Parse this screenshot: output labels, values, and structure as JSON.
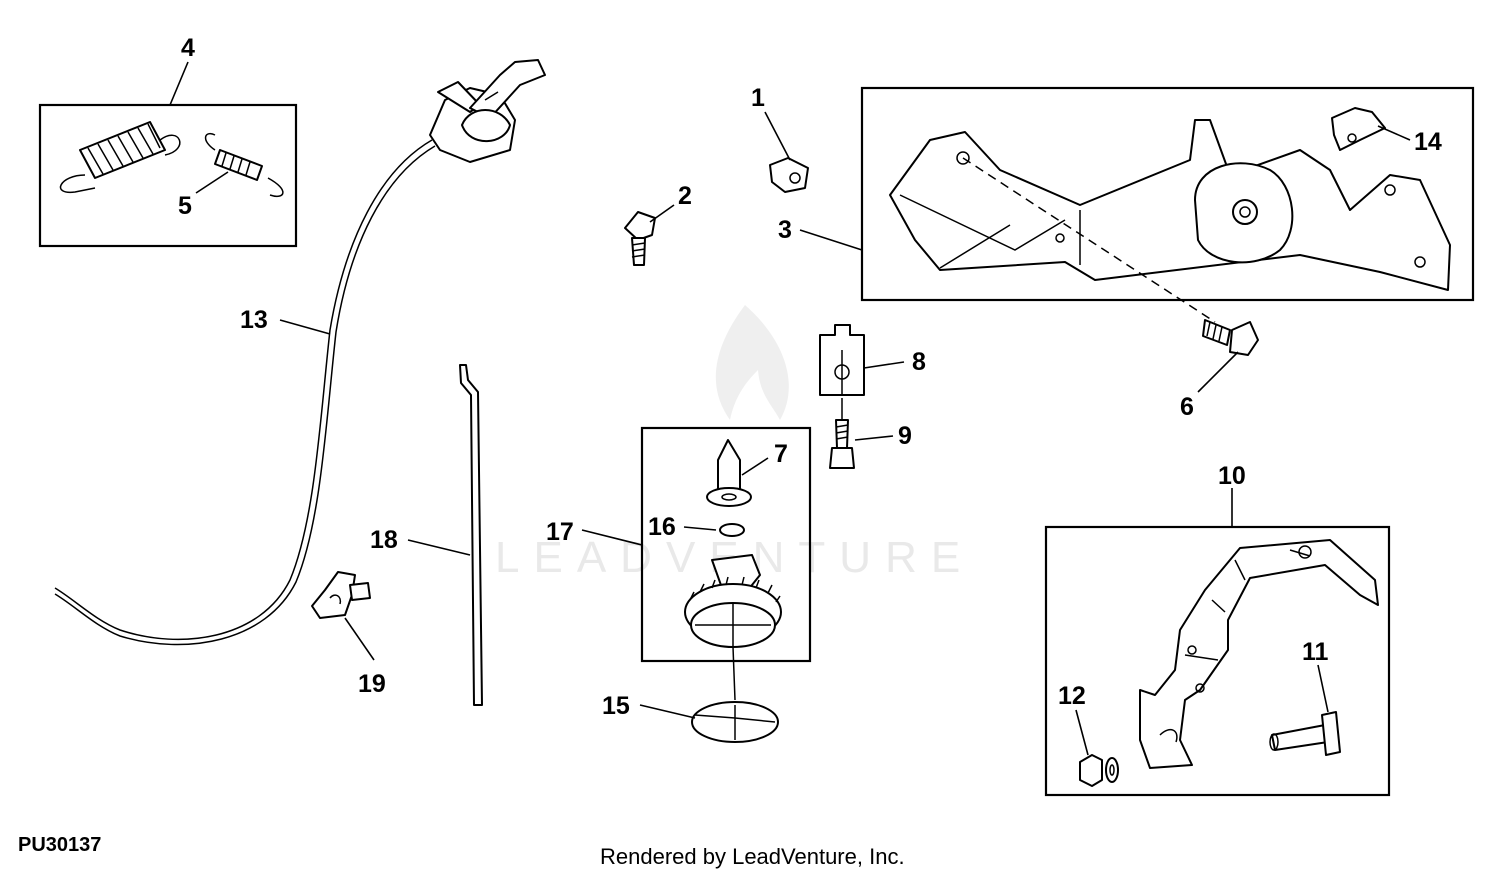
{
  "diagram_id": "PU30137",
  "credit": "Rendered by LeadVenture, Inc.",
  "watermark": "LEADVENTURE",
  "callouts": [
    "1",
    "2",
    "3",
    "4",
    "5",
    "6",
    "7",
    "8",
    "9",
    "10",
    "11",
    "12",
    "13",
    "14",
    "15",
    "16",
    "17",
    "18",
    "19"
  ]
}
